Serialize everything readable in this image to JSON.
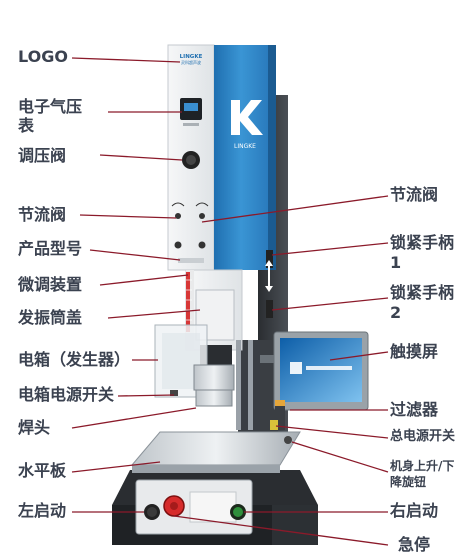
{
  "brand": {
    "logo_text": "LINGKE",
    "logo_sub": "灵科超声波",
    "column_brand": "LINGKE",
    "column_blue": "#2e86c4",
    "leader_color": "#8b1a2a"
  },
  "labels_left": [
    {
      "id": "logo",
      "text": "LOGO"
    },
    {
      "id": "gauge",
      "text": "电子气压"
    },
    {
      "id": "gauge2",
      "text": "表"
    },
    {
      "id": "regulator",
      "text": "调压阀"
    },
    {
      "id": "throttle-left",
      "text": "节流阀"
    },
    {
      "id": "model",
      "text": "产品型号"
    },
    {
      "id": "fine-tune",
      "text": "微调装置"
    },
    {
      "id": "vibrator",
      "text": "发振筒盖"
    },
    {
      "id": "electric-box",
      "text": "电箱（发生器）"
    },
    {
      "id": "box-switch",
      "text": "电箱电源开关"
    },
    {
      "id": "horn",
      "text": "焊头"
    },
    {
      "id": "table",
      "text": "水平板"
    },
    {
      "id": "left-start",
      "text": "左启动"
    }
  ],
  "labels_right": [
    {
      "id": "throttle-right",
      "text": "节流阀"
    },
    {
      "id": "lock-1",
      "text": "锁紧手柄"
    },
    {
      "id": "lock-1b",
      "text": "1"
    },
    {
      "id": "lock-2",
      "text": "锁紧手柄"
    },
    {
      "id": "lock-2b",
      "text": "2"
    },
    {
      "id": "touchscreen",
      "text": "触摸屏"
    },
    {
      "id": "filter",
      "text": "过滤器"
    },
    {
      "id": "main-switch",
      "text": "总电源开关"
    },
    {
      "id": "lift-button",
      "text": "机身上升/下"
    },
    {
      "id": "lift-button2",
      "text": "降旋钮"
    },
    {
      "id": "right-start",
      "text": "右启动"
    },
    {
      "id": "estop",
      "text": "急停"
    }
  ]
}
